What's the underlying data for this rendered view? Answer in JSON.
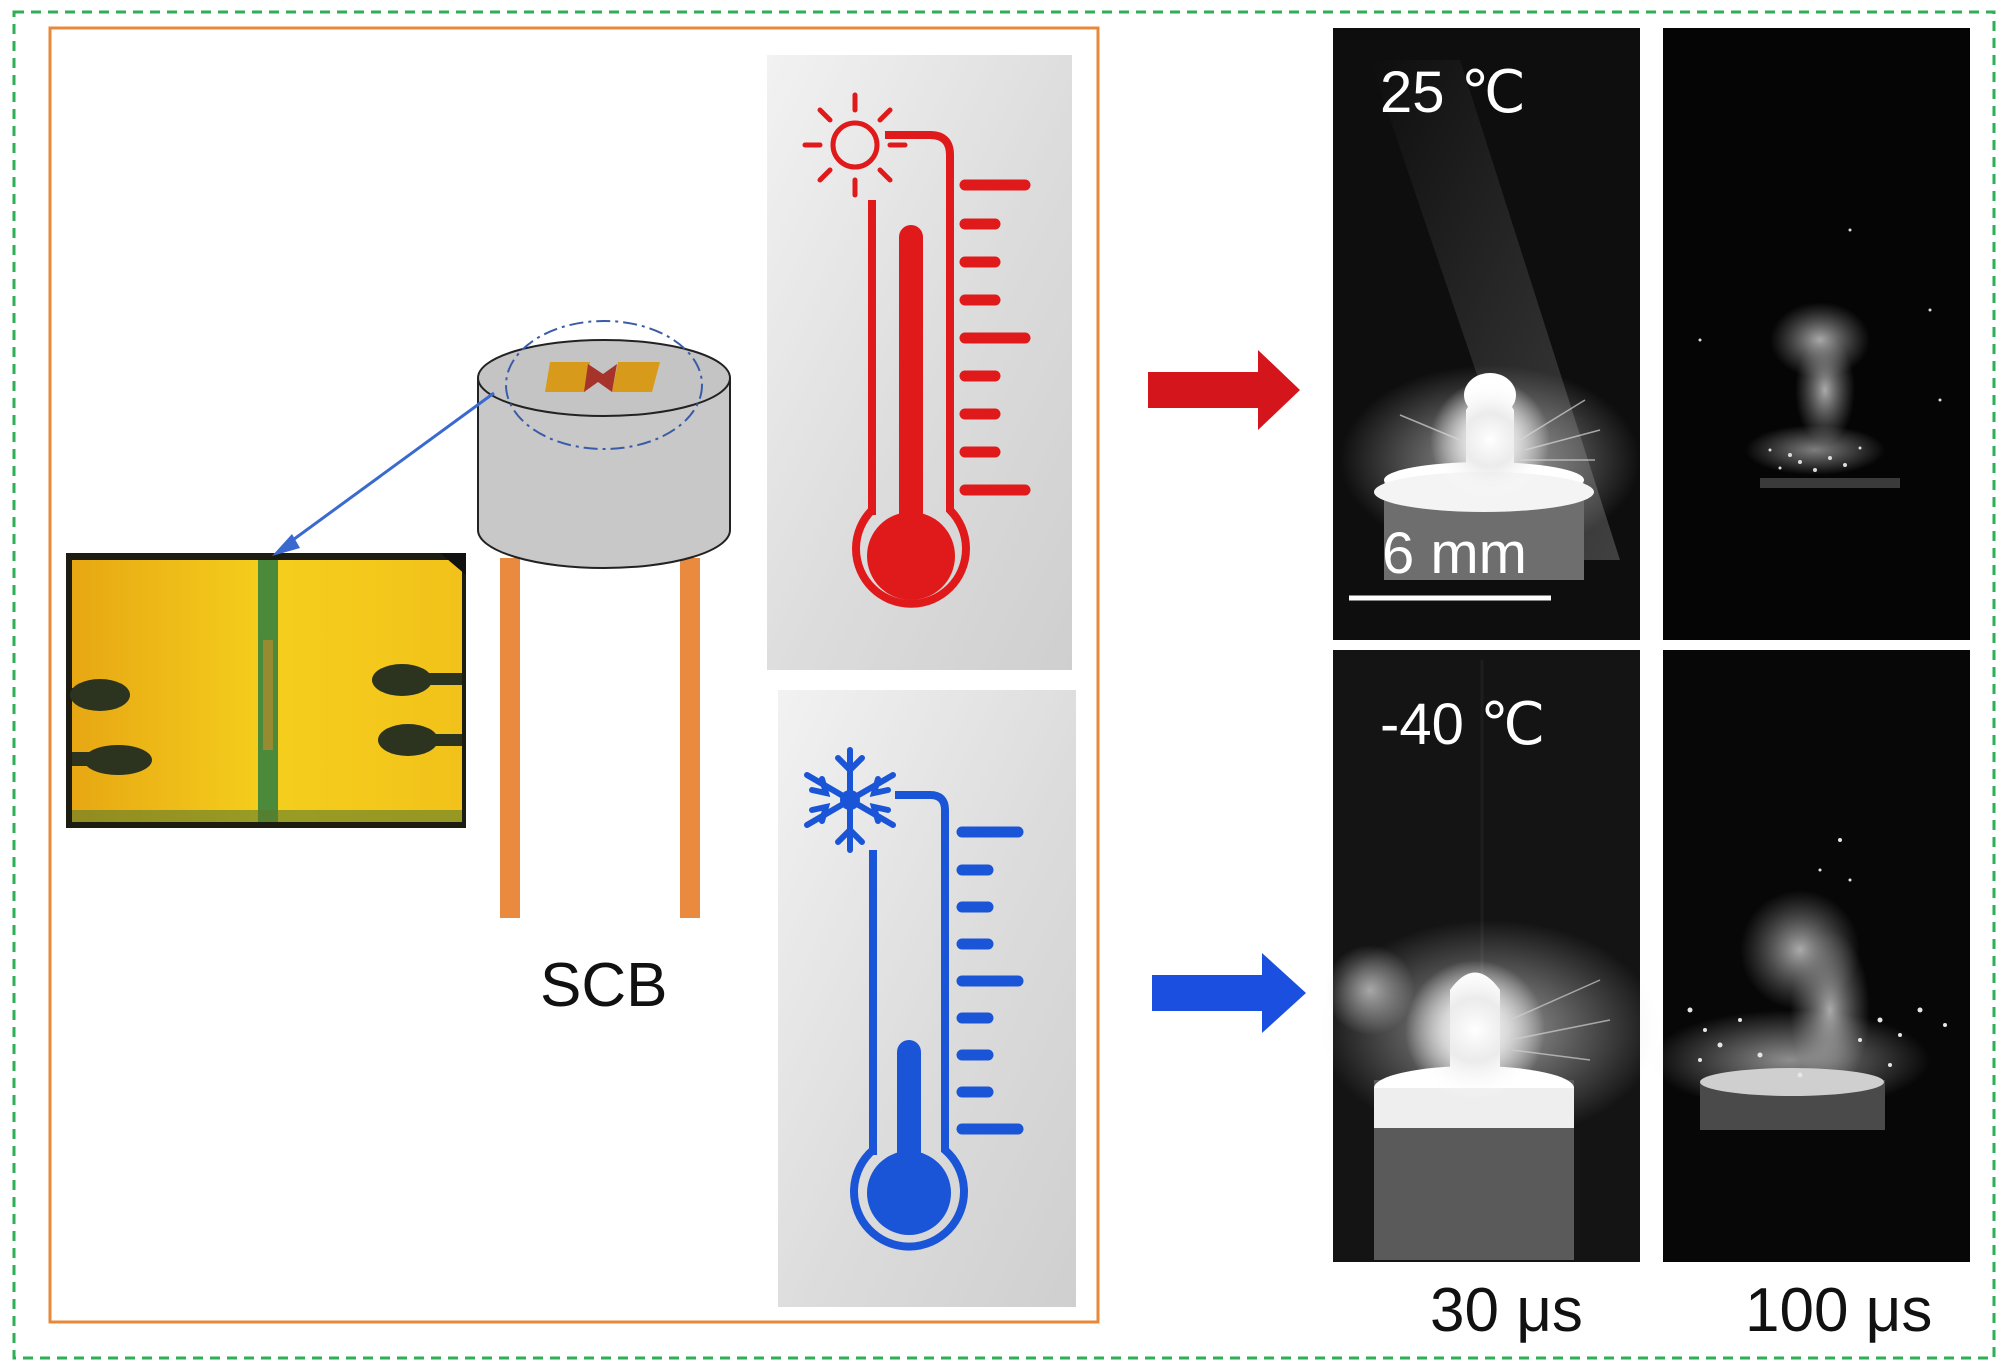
{
  "device": {
    "label": "SCB"
  },
  "thermometers": [
    {
      "condition": "hot",
      "icon": "sun-icon",
      "color": "#e01a1a"
    },
    {
      "condition": "cold",
      "icon": "snowflake-icon",
      "color": "#1a55d8"
    }
  ],
  "photos": {
    "rows": [
      {
        "temperature": "25 ℃",
        "arrow_color": "#d4161c"
      },
      {
        "temperature": "-40 ℃",
        "arrow_color": "#1a4fe0"
      }
    ],
    "scale_bar": "6 mm",
    "columns": [
      {
        "time": "30 μs"
      },
      {
        "time": "100 μs"
      }
    ]
  },
  "colors": {
    "outer_border": "#2eae55",
    "inner_border": "#e8883a",
    "chip_yellow": "#f3c11e",
    "chip_stripe": "#4b8a3a",
    "lead_orange": "#ea8a3e",
    "blue_pointer": "#3a6ad0"
  }
}
